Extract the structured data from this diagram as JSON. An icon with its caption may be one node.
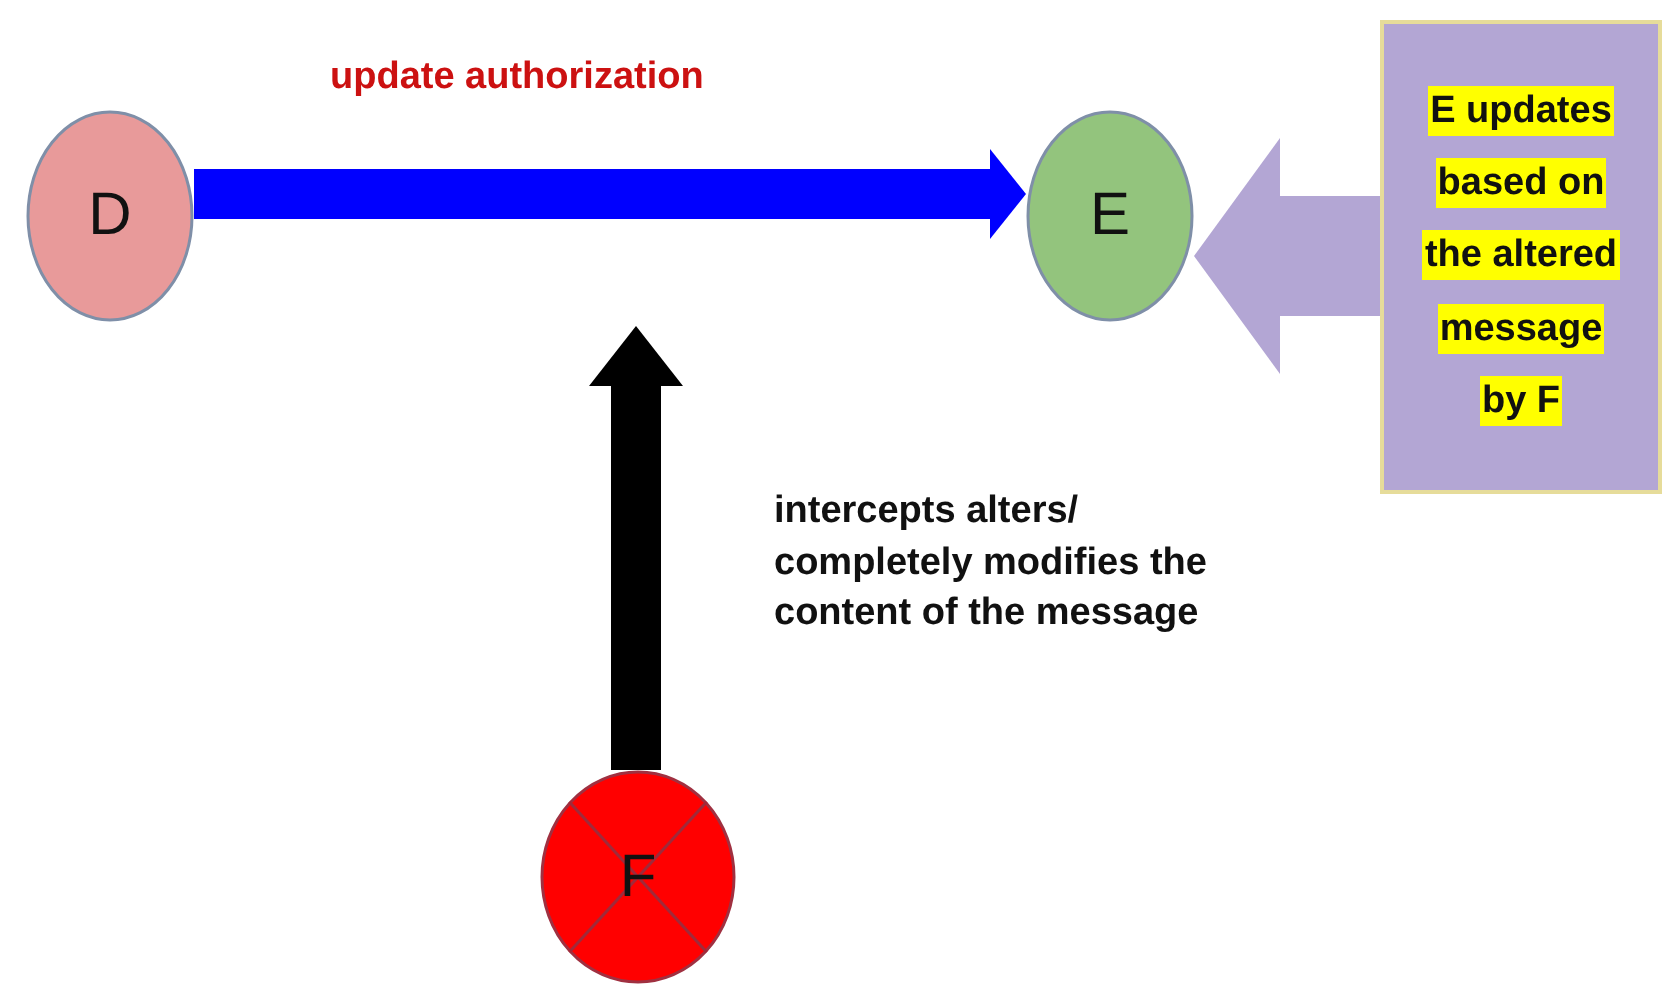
{
  "diagram": {
    "nodes": [
      {
        "text": [
          "D"
        ]
      },
      {
        "text": [
          "E"
        ]
      },
      {
        "text": [
          "F"
        ]
      },
      {
        "text": [
          "E updates based on the altered message by F"
        ]
      }
    ],
    "edges": [
      {
        "from": 0,
        "to": 1,
        "arrow": "to",
        "label": "update authorization",
        "color": "#0000ff"
      },
      {
        "from": 2,
        "to": null,
        "arrow": "to",
        "label": "intercepts alters/ completely modifies the content of the message",
        "color": "#000000"
      },
      {
        "from": 3,
        "to": 1,
        "arrow": "to",
        "style": "thick",
        "color": "#b3a6d4"
      }
    ]
  }
}
